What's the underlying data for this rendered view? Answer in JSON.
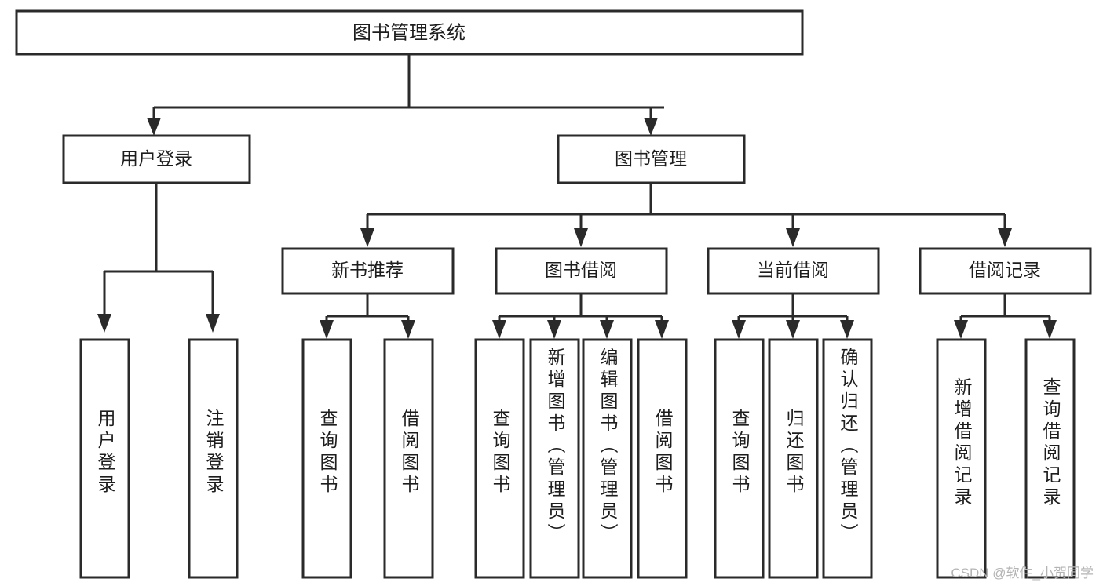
{
  "diagram": {
    "type": "tree",
    "title_node": {
      "id": "root",
      "label": "图书管理系统"
    },
    "level2": [
      {
        "id": "user-login",
        "label": "用户登录"
      },
      {
        "id": "book-manage",
        "label": "图书管理"
      }
    ],
    "level3": [
      {
        "id": "new-book-recommend",
        "label": "新书推荐"
      },
      {
        "id": "book-borrow",
        "label": "图书借阅"
      },
      {
        "id": "current-borrow",
        "label": "当前借阅"
      },
      {
        "id": "borrow-record",
        "label": "借阅记录"
      }
    ],
    "leaves": [
      {
        "id": "leaf-user-login",
        "label": "用户登录",
        "parent": "user-login"
      },
      {
        "id": "leaf-logout-login",
        "label": "注销登录",
        "parent": "user-login"
      },
      {
        "id": "leaf-query-book-1",
        "label": "查询图书",
        "parent": "new-book-recommend"
      },
      {
        "id": "leaf-borrow-book-1",
        "label": "借阅图书",
        "parent": "new-book-recommend"
      },
      {
        "id": "leaf-query-book-2",
        "label": "查询图书",
        "parent": "book-borrow"
      },
      {
        "id": "leaf-add-book",
        "label": "新增图书（管理员）",
        "parent": "book-borrow"
      },
      {
        "id": "leaf-edit-book",
        "label": "编辑图书（管理员）",
        "parent": "book-borrow"
      },
      {
        "id": "leaf-borrow-book-2",
        "label": "借阅图书",
        "parent": "book-borrow"
      },
      {
        "id": "leaf-query-book-3",
        "label": "查询图书",
        "parent": "current-borrow"
      },
      {
        "id": "leaf-return-book",
        "label": "归还图书",
        "parent": "current-borrow"
      },
      {
        "id": "leaf-confirm-return",
        "label": "确认归还（管理员）",
        "parent": "current-borrow"
      },
      {
        "id": "leaf-add-record",
        "label": "新增借阅记录",
        "parent": "borrow-record"
      },
      {
        "id": "leaf-query-record",
        "label": "查询借阅记录",
        "parent": "borrow-record"
      }
    ],
    "colors": {
      "box_stroke": "#2a2a2a",
      "box_fill": "#ffffff",
      "text": "#1d1d1d",
      "background": "#ffffff",
      "watermark": "#b4b4b4"
    }
  },
  "watermark": {
    "text": "CSDN @软件_小贺同学"
  }
}
